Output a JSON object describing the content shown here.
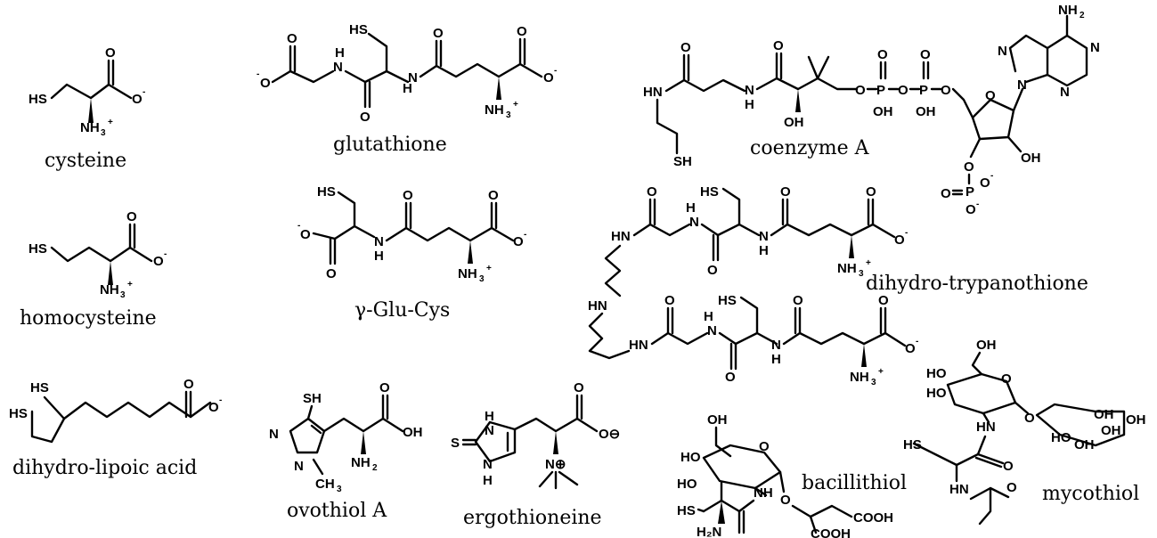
{
  "molecules": {
    "cysteine": {
      "name": "cysteine"
    },
    "homocysteine": {
      "name": "homocysteine"
    },
    "lipoic": {
      "name": "dihydro-lipoic acid"
    },
    "glutathione": {
      "name": "glutathione"
    },
    "gluCys": {
      "name": "γ-Glu-Cys"
    },
    "coa": {
      "name": "coenzyme A"
    },
    "trypanothione": {
      "name": "dihydro-trypanothione"
    },
    "ovothiol": {
      "name": "ovothiol A"
    },
    "ergothioneine": {
      "name": "ergothioneine"
    },
    "bacillithiol": {
      "name": "bacillithiol"
    },
    "mycothiol": {
      "name": "mycothiol"
    }
  },
  "atoms": {
    "HS": "HS",
    "SH": "SH",
    "O": "O",
    "Om": "O",
    "minus": "-",
    "N": "N",
    "HN": "HN",
    "NH": "NH",
    "H": "H",
    "OH": "OH",
    "HO": "HO",
    "P": "P",
    "S": "S",
    "NH2": "NH",
    "NH3": "NH",
    "two": "2",
    "three": "3",
    "plus": "+",
    "CH3": "CH",
    "COOH": "COOH",
    "H2N": "H₂N",
    "Ominus": "O⊖",
    "Nplus": "N⊕"
  }
}
